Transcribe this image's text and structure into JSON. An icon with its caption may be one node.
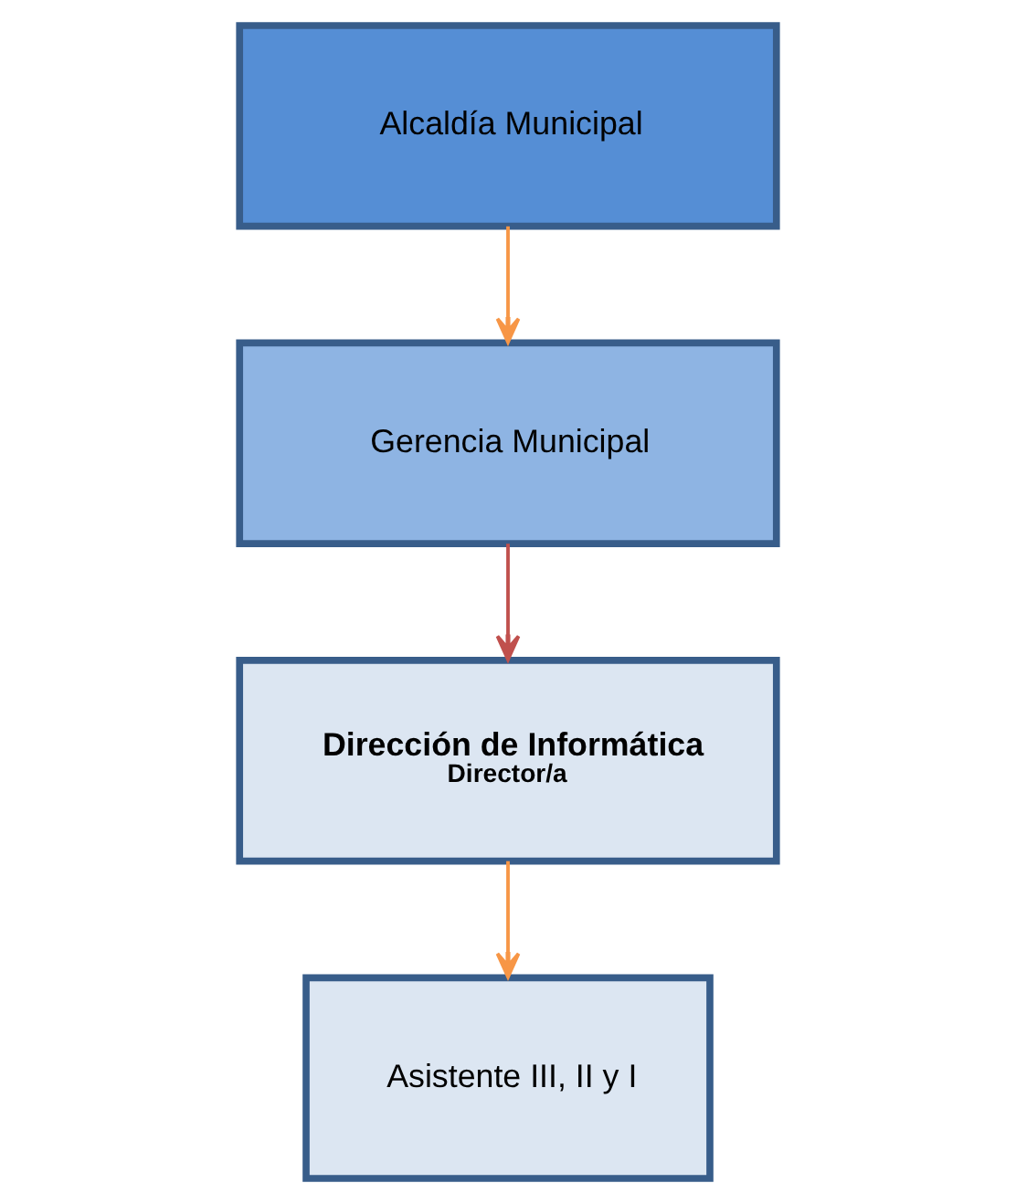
{
  "diagram": {
    "nodes": [
      {
        "text": [
          "Alcaldía Municipal"
        ]
      },
      {
        "text": [
          "Gerencia Municipal"
        ]
      },
      {
        "text": [
          "Dirección de Informática",
          "Director/a"
        ]
      },
      {
        "text": [
          "Asistente III, II y I"
        ]
      }
    ],
    "edges": [
      {
        "from": 0,
        "to": 1,
        "arrow": "to"
      },
      {
        "from": 1,
        "to": 2,
        "arrow": "to",
        "color": "#c0504d"
      },
      {
        "from": 2,
        "to": 3,
        "arrow": "to"
      }
    ]
  }
}
